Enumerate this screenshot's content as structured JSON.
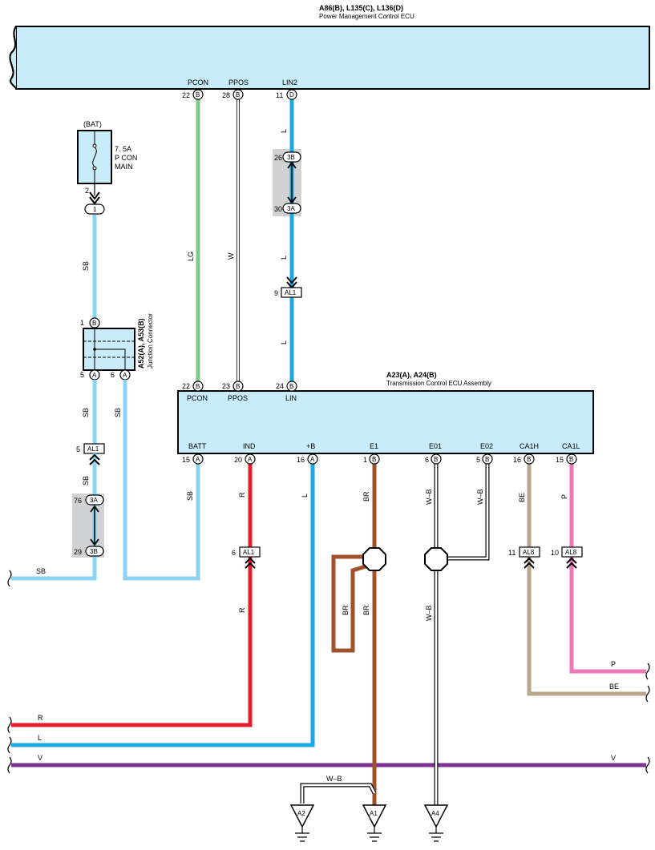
{
  "ecu_top": {
    "ids": "A86(B), L135(C), L136(D)",
    "name": "Power Management Control ECU",
    "pins": [
      {
        "num": "22",
        "conn": "B",
        "name": "PCON"
      },
      {
        "num": "28",
        "conn": "B",
        "name": "PPOS"
      },
      {
        "num": "11",
        "conn": "D",
        "name": "LIN2"
      }
    ]
  },
  "ecu_trans": {
    "ids": "A23(A), A24(B)",
    "name": "Transmission Control ECU Assembly",
    "top_pins": [
      {
        "num": "22",
        "conn": "B",
        "name": "PCON"
      },
      {
        "num": "23",
        "conn": "B",
        "name": "PPOS"
      },
      {
        "num": "24",
        "conn": "B",
        "name": "LIN"
      }
    ],
    "bottom_pins": [
      {
        "num": "15",
        "conn": "A",
        "name": "BATT"
      },
      {
        "num": "20",
        "conn": "A",
        "name": "IND"
      },
      {
        "num": "16",
        "conn": "A",
        "name": "+B"
      },
      {
        "num": "1",
        "conn": "B",
        "name": "E1"
      },
      {
        "num": "6",
        "conn": "B",
        "name": "E01"
      },
      {
        "num": "5",
        "conn": "B",
        "name": "E02"
      },
      {
        "num": "16",
        "conn": "B",
        "name": "CA1H"
      },
      {
        "num": "15",
        "conn": "B",
        "name": "CA1L"
      }
    ]
  },
  "fuse": {
    "source": "(BAT)",
    "rating": "7. 5A",
    "name_line1": "P CON",
    "name_line2": "MAIN",
    "pin_out": "2",
    "pin_in": "1"
  },
  "junction": {
    "ids": "A52(A), A53(B)",
    "name": "Junction Connector",
    "pin_top_num": "1",
    "pin_top_conn": "B",
    "pin_bl_num": "5",
    "pin_bl_conn": "A",
    "pin_br_num": "6",
    "pin_br_conn": "A"
  },
  "inline_connectors": {
    "lin_upper": {
      "num_top": "26",
      "top": "3B",
      "num_bottom": "30",
      "bottom": "3A"
    },
    "lin_al1": {
      "num": "9",
      "label": "AL1"
    },
    "sb_al1": {
      "num": "5",
      "label": "AL1"
    },
    "sb_lower": {
      "num_top": "76",
      "top": "3A",
      "num_bottom": "29",
      "bottom": "3B"
    },
    "ind_al1": {
      "num": "6",
      "label": "AL1"
    },
    "ca1h_al8": {
      "num": "11",
      "label": "AL8"
    },
    "ca1l_al8": {
      "num": "10",
      "label": "AL8"
    }
  },
  "wire_labels": {
    "sb": "SB",
    "lg": "LG",
    "w": "W",
    "l": "L",
    "r": "R",
    "br": "BR",
    "wb": "W–B",
    "be": "BE",
    "p": "P",
    "v": "V"
  },
  "grounds": [
    "A2",
    "A1",
    "A4"
  ],
  "colors": {
    "SB": "#8dd3f1",
    "LG": "#7fc88a",
    "W": "#ffffff",
    "L": "#1ba8e2",
    "R": "#e31e2d",
    "BR": "#a0522d",
    "BE": "#b9a58c",
    "P": "#ee77b5",
    "V": "#7d3391",
    "ECU": "#c8ecf9"
  }
}
